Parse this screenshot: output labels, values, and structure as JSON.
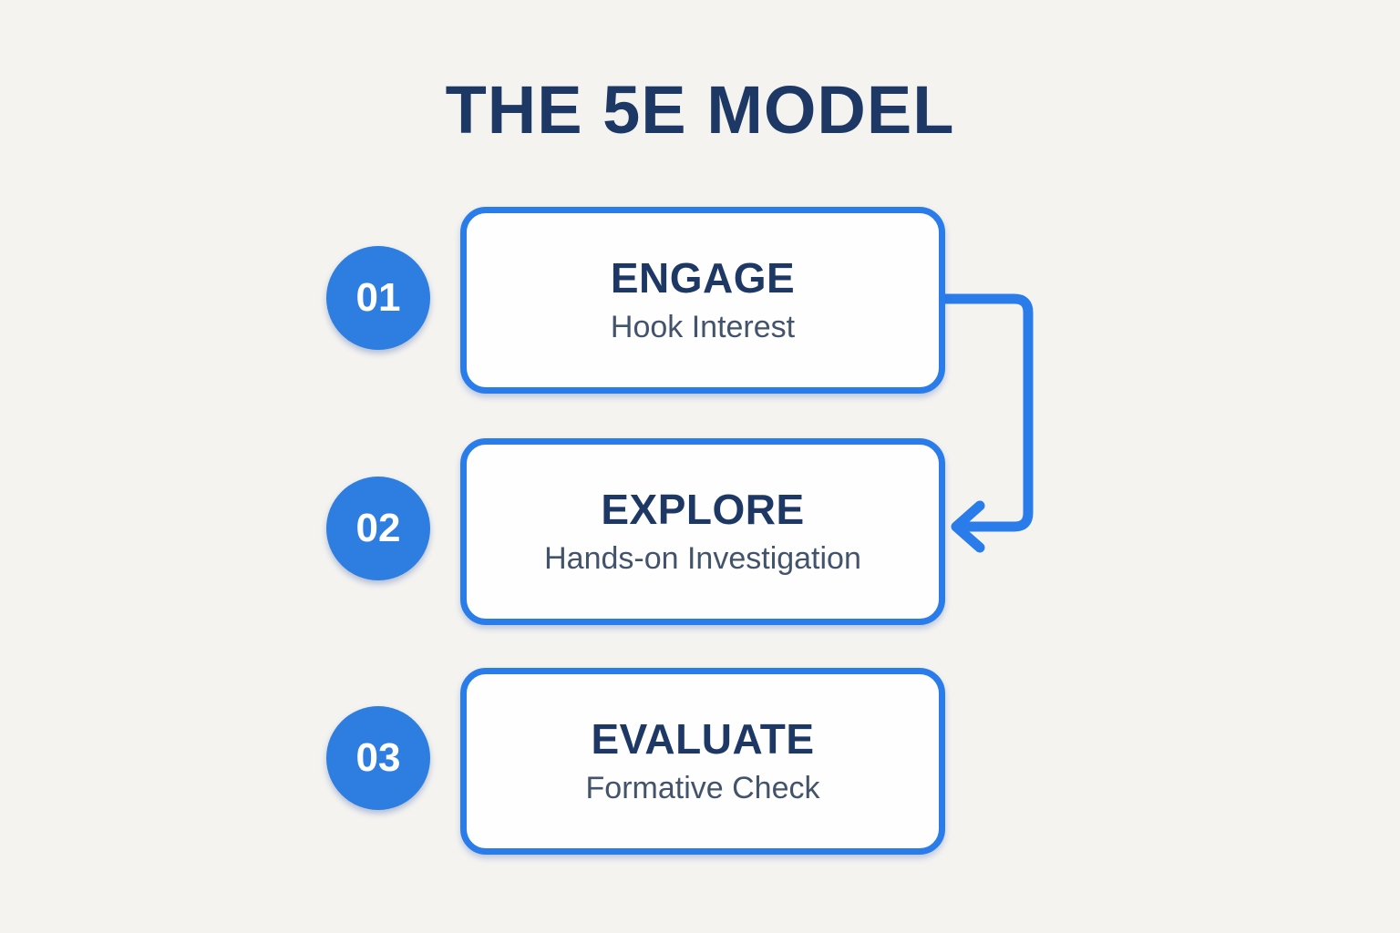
{
  "title": "THE 5E MODEL",
  "steps": [
    {
      "number": "01",
      "heading": "ENGAGE",
      "subtitle": "Hook Interest"
    },
    {
      "number": "02",
      "heading": "EXPLORE",
      "subtitle": "Hands-on Investigation"
    },
    {
      "number": "03",
      "heading": "EVALUATE",
      "subtitle": "Formative Check"
    }
  ],
  "connector": {
    "from": "ENGAGE",
    "to": "EXPLORE",
    "shape": "exits right of box 1, loops down, arrow points left into right side of box 2"
  },
  "colors": {
    "bg": "#f4f3f0",
    "accent": "#2b7ceb",
    "circle": "#2e7ee2",
    "heading": "#1e3866",
    "subtitle": "#42536b",
    "box-bg": "#fefefe"
  }
}
